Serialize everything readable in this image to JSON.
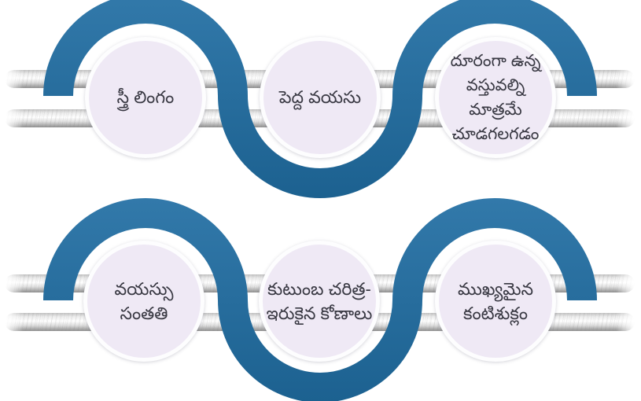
{
  "diagram": {
    "description": "Wave ribbon infographic with six circular nodes labeled in Telugu, arranged in two rows of three",
    "colors": {
      "ribbon_top": "#3279aa",
      "ribbon_bottom": "#1c6190",
      "circle_fill": "#efe9f5",
      "circle_border": "#fdfdfe",
      "text": "#383842",
      "band_light": "#ffffff",
      "band_dark": "#969696"
    },
    "rows": [
      {
        "nodes": [
          {
            "id": "female-gender",
            "label": "స్త్రీ లింగం"
          },
          {
            "id": "old-age",
            "label": "పెద్ద వయసు"
          },
          {
            "id": "distant-vision",
            "label": "దూరంగా ఉన్న\nవస్తువల్ని\nమాత్రమే\nచూడగలగడం"
          }
        ]
      },
      {
        "nodes": [
          {
            "id": "age-heredity",
            "label": "వయస్సు\nసంతతి"
          },
          {
            "id": "family-history",
            "label": "కుటుంబ చరిత్ర-\nఇరుకైన కోణాలు"
          },
          {
            "id": "major-cataract",
            "label": "ముఖ్యమైన\nకంటిశుక్లం"
          }
        ]
      }
    ]
  }
}
